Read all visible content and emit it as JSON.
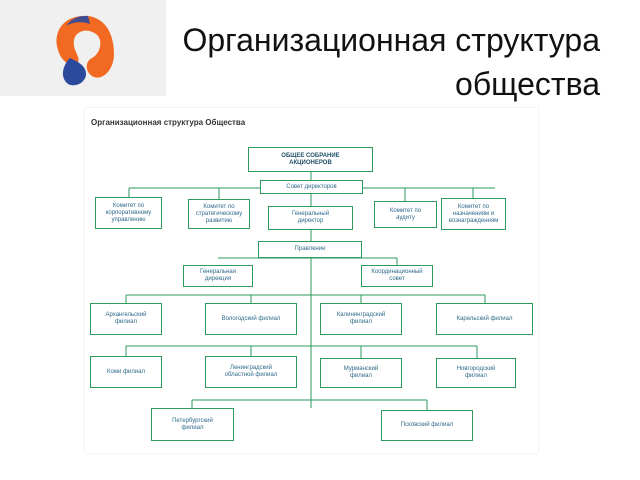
{
  "slide": {
    "title": "Организационная структура\nобщества",
    "logo_icon": "rostelecom-logo-icon"
  },
  "chart": {
    "heading": "Организационная структура Общества",
    "nodes": {
      "shareholders": "ОБЩЕЕ СОБРАНИЕ\nАКЦИОНЕРОВ",
      "board": "Совет директоров",
      "committee_governance": "Комитет по\nкорпоративному\nуправлению",
      "committee_strategy": "Комитет по\nстратегическому\nразвитию",
      "general_director": "Генеральный\nдиректор",
      "committee_audit": "Комитет по\nаудиту",
      "committee_nominations": "Комитет по\nназначениям и\nвознаграждениям",
      "management_board": "Правление",
      "general_directorate": "Генеральная\nдирекция",
      "coordination_council": "Координационный\nсовет",
      "branch_arkhangelsk": "Архангельский\nфилиал",
      "branch_vologda": "Вологодский филиал",
      "branch_kaliningrad": "Калининградский\nфилиал",
      "branch_karelia": "Карельский филиал",
      "branch_komi": "Коми филиал",
      "branch_leningrad": "Ленинградский\nобластной филиал",
      "branch_murmansk": "Мурманский\nфилиал",
      "branch_novgorod": "Новгородский\nфилиал",
      "branch_petersburg": "Петербургский\nфилиал",
      "branch_pskov": "Псковский филиал"
    },
    "colors": {
      "box_border": "#2e9a5c",
      "connector": "#2e9a5c",
      "text": "#2f6a8a"
    }
  }
}
